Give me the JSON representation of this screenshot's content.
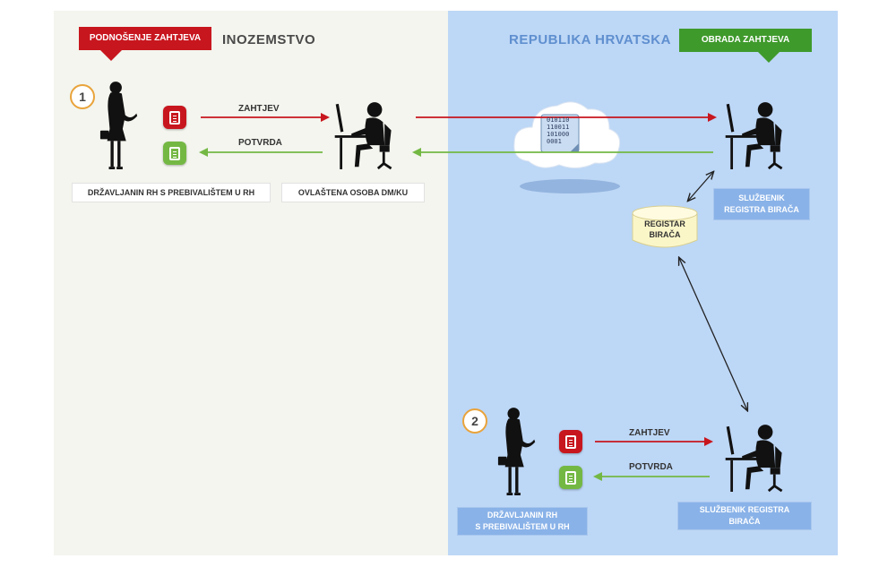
{
  "regions": {
    "left_title": "INOZEMSTVO",
    "right_title": "REPUBLIKA HRVATSKA"
  },
  "banners": {
    "submission": "PODNOŠENJE ZAHTJEVA",
    "processing": "OBRADA ZAHTJEVA"
  },
  "steps": [
    "1",
    "2"
  ],
  "arrows": {
    "request": "ZAHTJEV",
    "confirmation": "POTVRDA"
  },
  "actors": {
    "citizen_1": "DRŽAVLJANIN RH S PREBIVALIŠTEM U RH",
    "official_1": "OVLAŠTENA OSOBA DM/KU",
    "clerk_1": "SLUŽBENIK\nREGISTRA BIRAČA",
    "clerk_2": "SLUŽBENIK REGISTRA\nBIRAČA",
    "citizen_2": "DRŽAVLJANIN RH\nS PREBIVALIŠTEM U RH"
  },
  "database": "REGISTAR\nBIRAČA",
  "cloud_binary": "010110\n110011\n101000\n0001",
  "colors": {
    "red": "#c8161e",
    "green": "#3f9a2c",
    "light_green": "#74b844",
    "blue_panel": "#bdd7f6",
    "label_blue": "#89b2e8",
    "step_orange": "#e9a33b"
  }
}
